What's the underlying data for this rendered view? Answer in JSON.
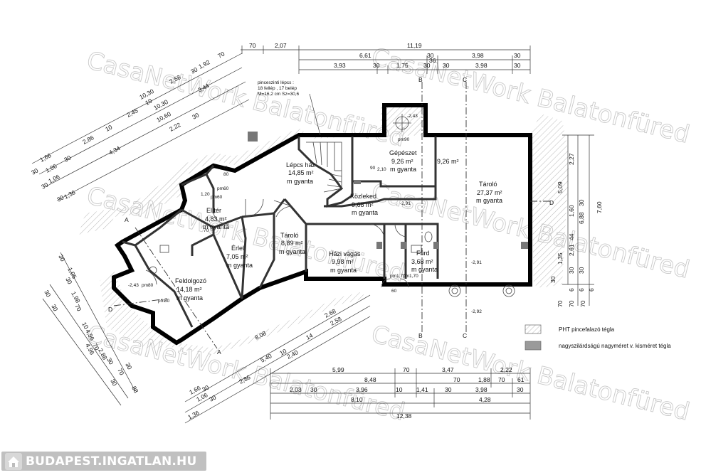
{
  "watermark": {
    "text_1": "CasaNetWork Balatonfüred",
    "text_2": "CasaNetWork Balatonfüred",
    "text_3": "CasaNetWork Balatonfüred",
    "text_4": "CasaNetWork Balatonfüred",
    "text_5": "CasaNetWork Balatonfüred",
    "text_6": "CasaNetWork Balatonfüred"
  },
  "logo": {
    "text": "BUDAPEST.INGATLAN.HU"
  },
  "stair_note": {
    "line1": "pinceszinti lépcs :",
    "line2": "18 fellép , 17 belép",
    "line3": "M=16,2 cm Sz=30,6"
  },
  "rooms": {
    "lepcshaz": {
      "name": "Lépcs ház",
      "area": "14,85 m²",
      "height": "m  gyanta"
    },
    "gepeszet": {
      "name": "Gépészet",
      "area": "9,26 m²",
      "height": "m  gyanta"
    },
    "gepeszet_area2": "9,26 m²",
    "tarolo_big": {
      "name": "Tároló",
      "area": "27,37 m²",
      "height": "m  gyanta"
    },
    "kozlekedo": {
      "name": "Közleked",
      "area": "9,68 m²",
      "height": "m  gyanta"
    },
    "elter": {
      "name": "El tér",
      "area": "4,83 m²",
      "height": "m  gyanta"
    },
    "tarolo_small": {
      "name": "Tároló",
      "area": "8,89 m²",
      "height": "m  gyanta"
    },
    "erlel": {
      "name": "Érlel",
      "area": "7,05 m²",
      "height": "m  gyanta"
    },
    "hazivagas": {
      "name": "Házi vágás",
      "area": "9,98 m²",
      "height": "m  gyanta"
    },
    "furd": {
      "name": "Fürd",
      "area": "3,68 m²",
      "height": "m  gyanta"
    },
    "feldolgozo": {
      "name": "Feldolgozó",
      "area": "14,18 m²",
      "height": "m  gyanta"
    }
  },
  "levels": {
    "l1": "-2,43",
    "l2": "-2,43",
    "l3": "-2,43",
    "l4": "-2,91",
    "l5": "-2,91",
    "l6": "-2,92"
  },
  "small_labels": {
    "pm90_a": "pm90",
    "pm60_a": "pm60",
    "pm60_b": "pm60",
    "pm80_a": "pm80",
    "pm80_b": "pm80",
    "pm1_a": "pm1,70",
    "pm1_b": "pm1,70",
    "d90": "90",
    "d210": "2,10",
    "d60": "60",
    "d70": "70",
    "d120": "1,20",
    "d80": "80"
  },
  "sections": {
    "a1": "A",
    "a2": "A",
    "b1": "B",
    "b2": "B",
    "c1": "C",
    "c2": "C",
    "d1": "D",
    "d2": "D"
  },
  "dims_top": {
    "r1": [
      "70",
      "2,07",
      "11,19"
    ],
    "r2": [
      "6,61",
      "30",
      "3,98",
      "30",
      "36"
    ],
    "r3": [
      "3,93",
      "30",
      "1,75",
      "30",
      "30",
      "3,98",
      "30"
    ]
  },
  "dims_bottom": {
    "r1": [
      "5,99",
      "70",
      "3,47",
      "2,22"
    ],
    "r2": [
      "8,48",
      "70",
      "1,88",
      "70",
      "61"
    ],
    "r3": [
      "2,03",
      "30",
      "3,96",
      "10",
      "1,41",
      "30",
      "3,98",
      "30"
    ],
    "r4": [
      "8,10",
      "4,28"
    ],
    "r5": [
      "12,38"
    ]
  },
  "dims_right": {
    "inner": [
      "2,27",
      "1,60",
      "44",
      "2,61",
      "1,35",
      "30"
    ],
    "middle": [
      "5,09",
      "30",
      "6,88",
      "30"
    ],
    "outer": "7,60",
    "low": [
      "30",
      "70",
      "6",
      "70",
      "6",
      "70",
      "6"
    ]
  },
  "dims_upper_left": [
    "70",
    "1,92",
    "10,30",
    "2,58",
    "30",
    "10,30",
    "3,44",
    "2,45",
    "10",
    "2,86",
    "10",
    "10,60",
    "1,66",
    "30",
    "2,22",
    "30",
    "1,06",
    "30",
    "4,34",
    "1,06",
    "30",
    "1,36",
    "30"
  ],
  "dims_lower_left": [
    "30",
    "1,05",
    "30",
    "30",
    "1,98",
    "70",
    "10",
    "4,96",
    "30",
    "70",
    "30",
    "2,88",
    "70",
    "30",
    "4,96",
    "30",
    "88"
  ],
  "dims_lower_diag": [
    "2,68",
    "2,58",
    "14",
    "8,08",
    "5,40",
    "2,40",
    "10",
    "2,86",
    "1,66",
    "30",
    "1,06",
    "30",
    "1,36"
  ],
  "legend": {
    "item1": "PHT pincefalazó tégla",
    "item2": "nagyszilárdságú nagyméret  v. kisméret  tégla"
  }
}
